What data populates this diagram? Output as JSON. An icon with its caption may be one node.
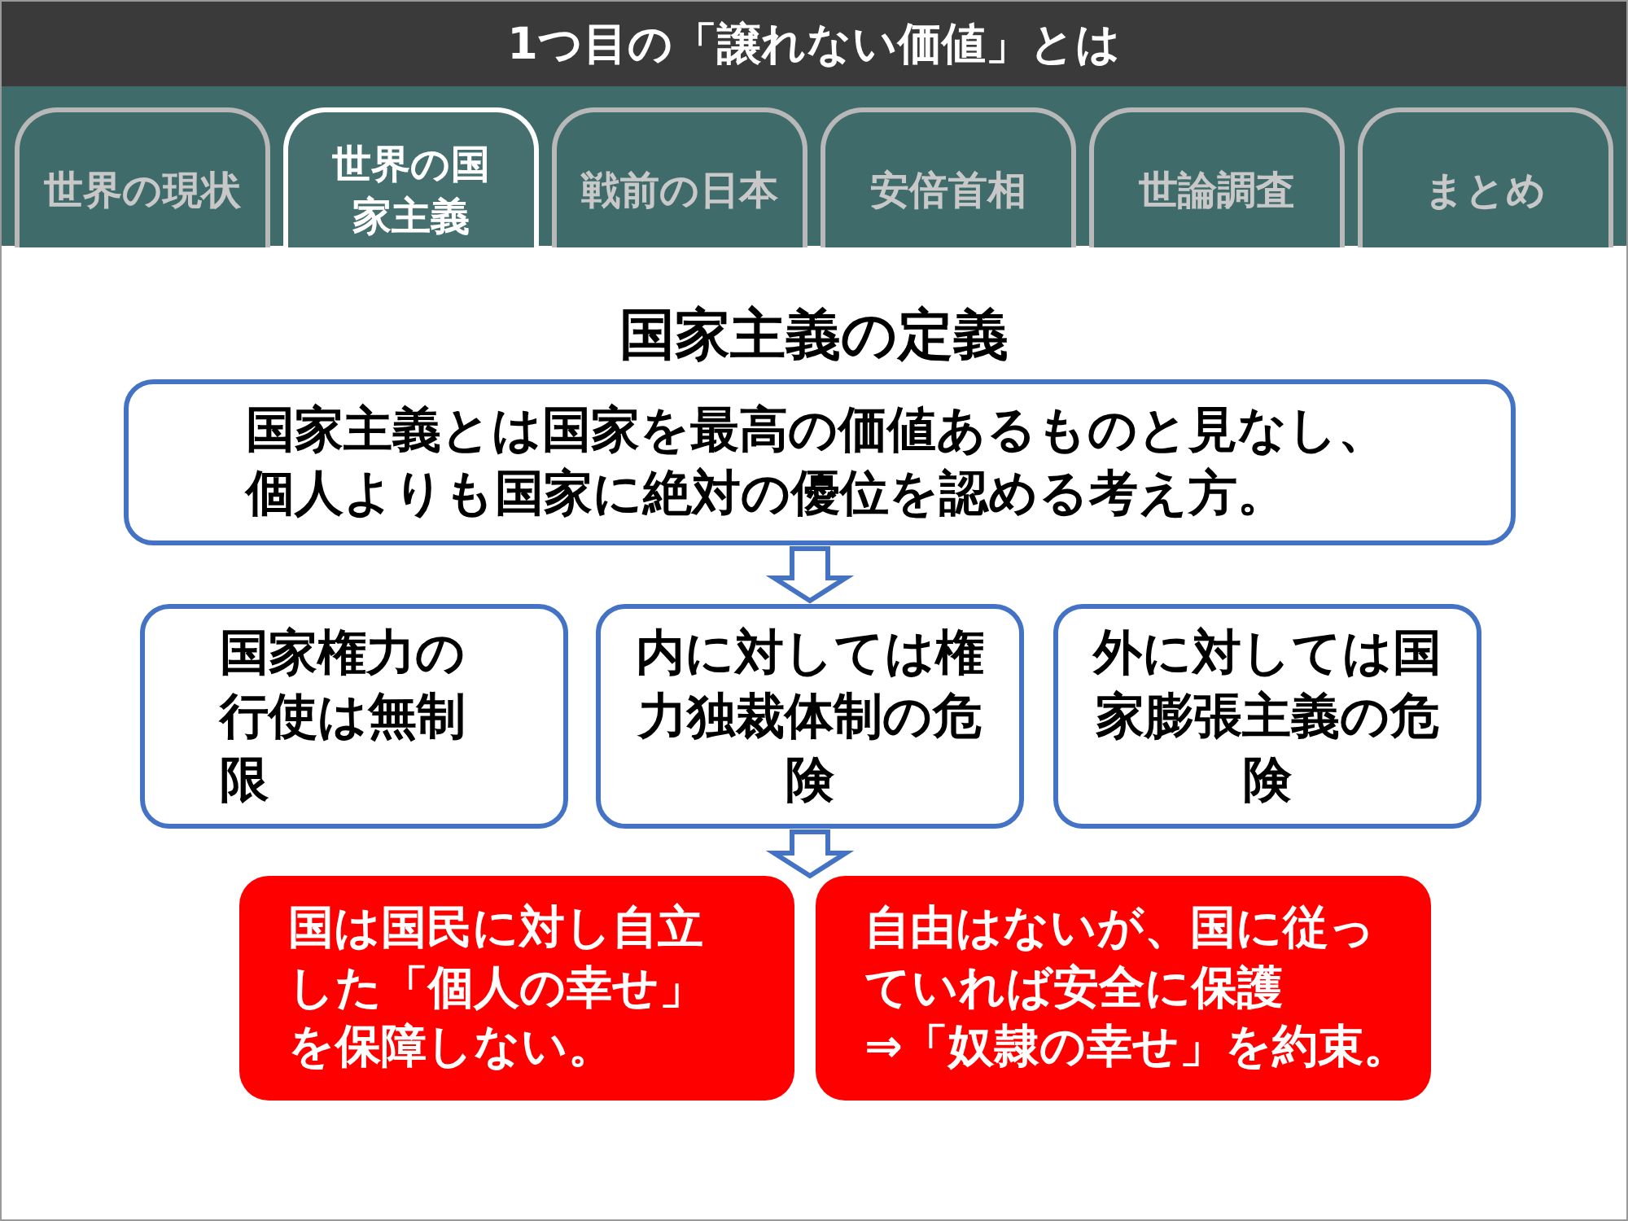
{
  "diagram": {
    "title": "1つ目の「譲れない価値」とは",
    "nodes": [
      {
        "text": [
          "世界の現状"
        ]
      },
      {
        "text": [
          "世界の国家主義"
        ]
      },
      {
        "text": [
          "戦前の日本"
        ]
      },
      {
        "text": [
          "安倍首相"
        ]
      },
      {
        "text": [
          "世論調査"
        ]
      },
      {
        "text": [
          "まとめ"
        ]
      },
      {
        "text": [
          "国家主義とは国家を最高の価値あるものと見なし、**個人よりも国家に絶対の優位**を認める考え方。"
        ]
      },
      {
        "text": [
          "国家権力の行使は**無制限**"
        ]
      },
      {
        "text": [
          "内に対しては**権力独裁体制**の危険"
        ]
      },
      {
        "text": [
          "外に対しては**国家膨張主義**の危険"
        ]
      },
      {
        "text": [
          "国は国民に対し自立した「個人の幸せ」を保障しない。"
        ]
      },
      {
        "text": [
          "自由はないが、国に従っていれば安全に保護",
          "⇒「奴隷の幸せ」を約束。"
        ]
      }
    ],
    "edges": [
      {
        "from": 6,
        "to": 8,
        "arrow": "to"
      },
      {
        "from": 8,
        "to": null,
        "arrow": "to"
      }
    ],
    "labels": [
      "国家主義の定義"
    ]
  }
}
